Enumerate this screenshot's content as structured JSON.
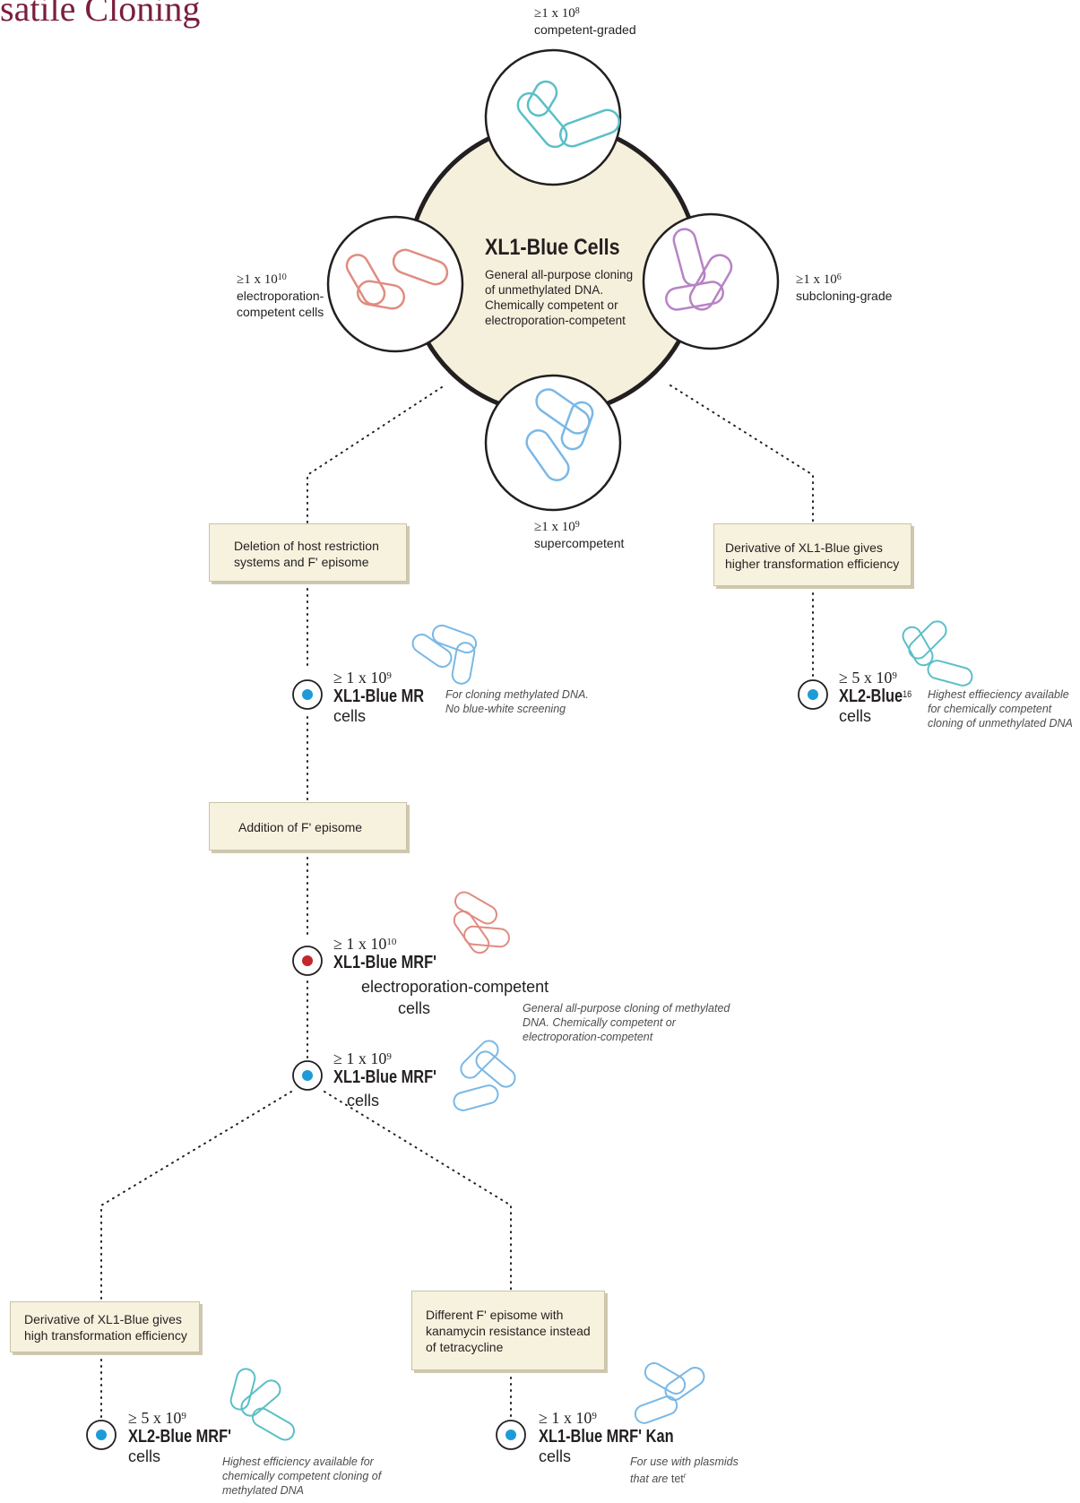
{
  "title": "satile Cloning",
  "center": {
    "name": "XL1-Blue Cells",
    "desc": [
      "General all-purpose cloning",
      "of unmethylated DNA.",
      "Chemically competent or",
      "electroporation-competent"
    ]
  },
  "satellites": {
    "top": {
      "count": "≥1 x 10",
      "exp": "8",
      "label": "competent-graded"
    },
    "left": {
      "count": "≥1 x 10",
      "exp": "10",
      "label1": "electroporation-",
      "label2": "competent cells"
    },
    "right": {
      "count": "≥1 x 10",
      "exp": "6",
      "label": "subcloning-grade"
    },
    "bottom": {
      "count": "≥1 x 10",
      "exp": "9",
      "label": "supercompetent"
    }
  },
  "boxes": {
    "deletion": [
      "Deletion of host restriction",
      "systems and F' episome"
    ],
    "derivative_top": [
      "Derivative of XL1-Blue gives",
      "higher transformation efficiency"
    ],
    "addition": [
      "Addition of F' episome"
    ],
    "derivative_bottom": [
      "Derivative of XL1-Blue gives",
      "high transformation efficiency"
    ],
    "kan": [
      "Different F' episome with",
      "kanamycin resistance instead",
      "of tetracycline"
    ]
  },
  "nodes": {
    "mr": {
      "count": "≥ 1 x 10",
      "exp": "9",
      "name": "XL1-Blue MR",
      "cells": "cells",
      "note": [
        "For cloning methylated DNA.",
        "No blue-white screening"
      ]
    },
    "xl2": {
      "count": "≥ 5 x 10",
      "exp": "9",
      "name": "XL2-Blue",
      "sup": "16",
      "cells": "cells",
      "note": [
        "Highest effieciency available",
        "for chemically competent",
        "cloning of unmethylated DNA"
      ]
    },
    "mrf_e": {
      "count": "≥ 1 x 10",
      "exp": "10",
      "name": "XL1-Blue MRF'",
      "cells1": "electroporation-competent",
      "cells2": "cells"
    },
    "mrf": {
      "count": "≥ 1 x 10",
      "exp": "9",
      "name": "XL1-Blue MRF'",
      "cells": "cells",
      "note": [
        "General all-purpose cloning of methylated",
        "DNA. Chemically competent or",
        "electroporation-competent"
      ]
    },
    "xl2mrf": {
      "count": "≥ 5 x 10",
      "exp": "9",
      "name": "XL2-Blue MRF'",
      "cells": "cells",
      "note": [
        "Highest efficiency available for",
        "chemically competent cloning of",
        "methylated DNA"
      ]
    },
    "kan": {
      "count": "≥ 1 x 10",
      "exp": "9",
      "name": "XL1-Blue MRF' Kan",
      "cells": "cells",
      "note1": "For use with plasmids",
      "note2_pre": "that are ",
      "note2_tet": "tet",
      "note2_sup": "r"
    }
  },
  "colors": {
    "title": "#7a1f3d",
    "center_fill": "#f5f0dc",
    "teal": "#5bbfc8",
    "salmon": "#e08c80",
    "purple": "#b783c4",
    "blue": "#7ab8e6",
    "dot_blue": "#1e9bd7",
    "dot_red": "#c1272d"
  }
}
